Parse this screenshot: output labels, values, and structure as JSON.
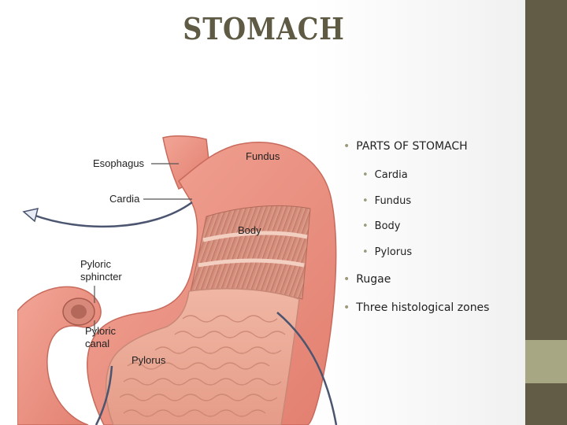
{
  "slide": {
    "title": "STOMACH",
    "colors": {
      "title": "#5f5a44",
      "side_bar": "#625b45",
      "side_accent": "#a8a783",
      "bullet": "#9b9a7d"
    }
  },
  "figure": {
    "labels": {
      "esophagus": "Esophagus",
      "fundus": "Fundus",
      "cardia": "Cardia",
      "body": "Body",
      "pyloric_sphincter_1": "Pyloric",
      "pyloric_sphincter_2": "sphincter",
      "pyloric_canal_1": "Pyloric",
      "pyloric_canal_2": "canal",
      "pylorus": "Pylorus"
    }
  },
  "bullets": {
    "parts_heading": "PARTS OF STOMACH",
    "parts": [
      "Cardia",
      "Fundus",
      "Body",
      "Pylorus"
    ],
    "rugae": "Rugae",
    "zones": "Three histological zones",
    "dot": "•"
  }
}
